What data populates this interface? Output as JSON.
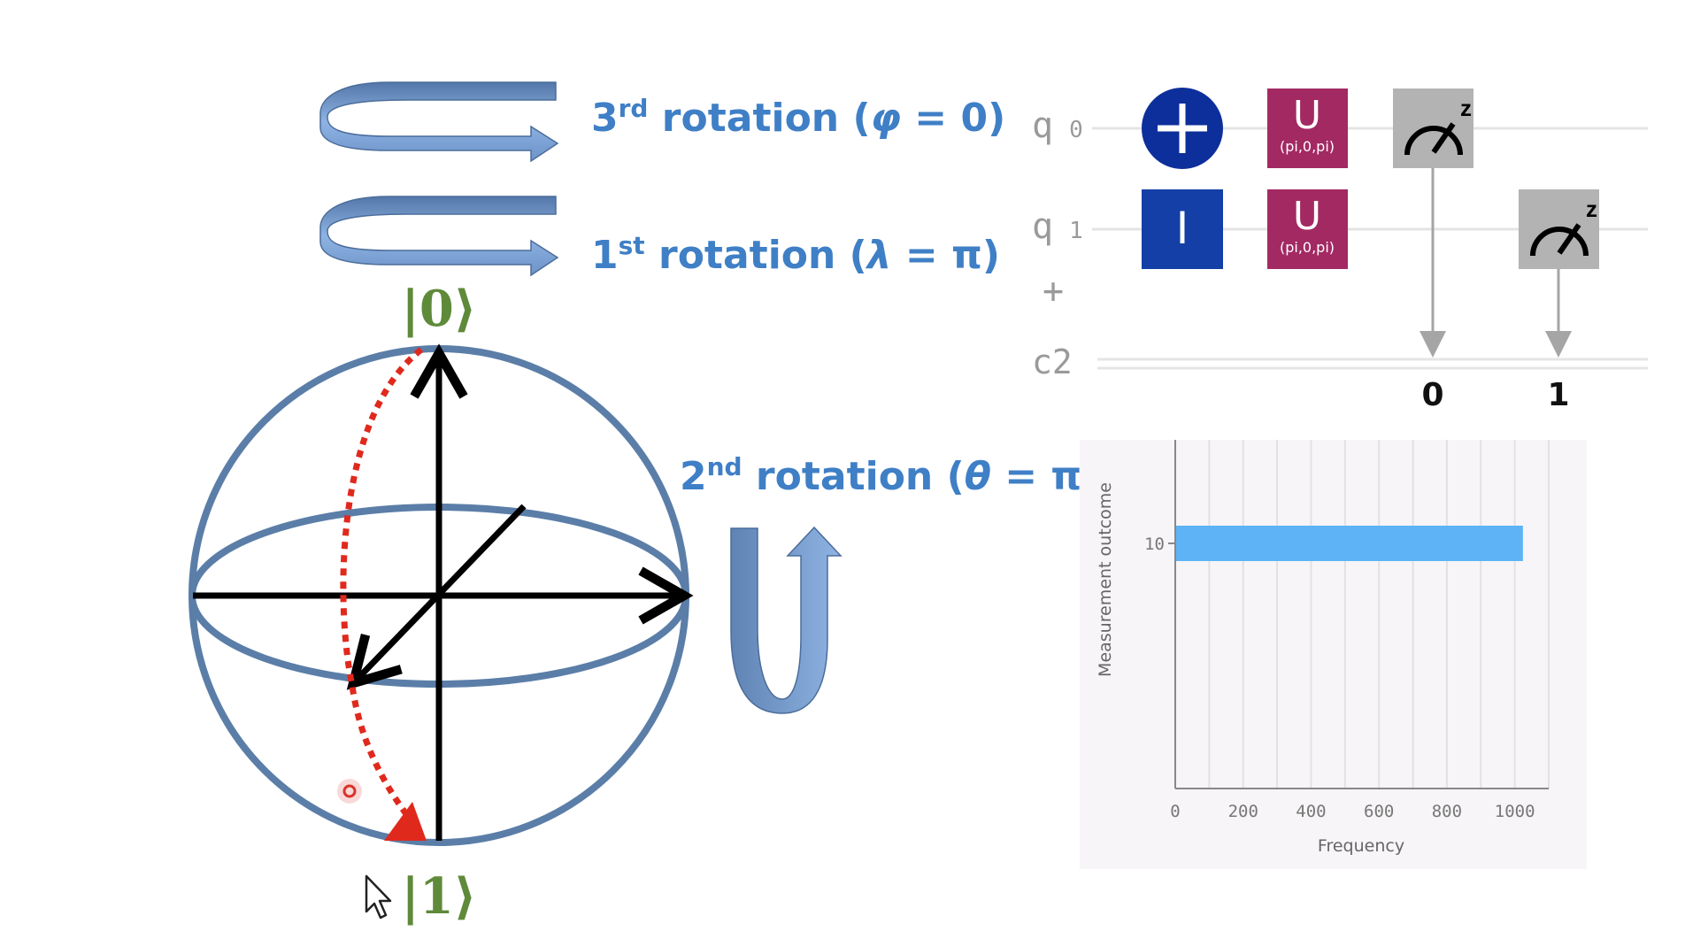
{
  "rotations": {
    "third": {
      "prefix": "3",
      "sup": "rd",
      "text": " rotation (",
      "symbol": "φ",
      "eq": " = 0)"
    },
    "first": {
      "prefix": "1",
      "sup": "st",
      "text": " rotation (",
      "symbol": "λ",
      "eq": " = π)"
    },
    "second": {
      "prefix": "2",
      "sup": "nd",
      "text": " rotation (",
      "symbol": "θ",
      "eq": " = π)"
    }
  },
  "bloch": {
    "ket_zero": "|0⟩",
    "ket_one": "|1⟩"
  },
  "circuit": {
    "wires": [
      {
        "name": "q",
        "index": "0"
      },
      {
        "name": "q",
        "index": "1"
      }
    ],
    "expand_symbol": "+",
    "classical_register": "c2",
    "gates": {
      "cnot_symbol": "+",
      "identity_label": "I",
      "u_label": "U",
      "u_params": "(pi,0,pi)",
      "measure_basis": "z"
    },
    "classical_bits": [
      "0",
      "1"
    ]
  },
  "chart_data": {
    "type": "bar",
    "orientation": "horizontal",
    "categories": [
      "10"
    ],
    "values": [
      1024
    ],
    "xlabel": "Frequency",
    "ylabel": "Measurement outcome",
    "xlim": [
      0,
      1100
    ],
    "xticks": [
      "0",
      "200",
      "400",
      "600",
      "800",
      "1000"
    ],
    "grid": true,
    "bar_color": "#5db3f5"
  },
  "colors": {
    "label_blue": "#3f7fc6",
    "ket_green": "#5e8a3a",
    "sphere_outline": "#5b7ea8",
    "path_red": "#e0291d",
    "cnot_blue": "#0d2f9b",
    "identity_blue": "#133fa6",
    "u_magenta": "#a32963",
    "measure_gray": "#b3b3b3"
  }
}
